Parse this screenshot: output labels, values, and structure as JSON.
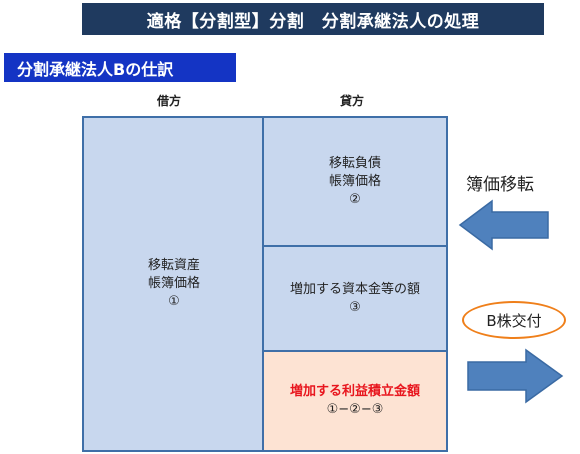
{
  "banner": {
    "title": "適格【分割型】分割　分割承継法人の処理"
  },
  "subtitle": {
    "text": "分割承継法人Bの仕訳"
  },
  "columns": {
    "debit": "借方",
    "credit": "貸方"
  },
  "debit_box": {
    "line1": "移転資産",
    "line2": "帳簿価格",
    "line3": "①"
  },
  "credit_boxes": {
    "liabilities": {
      "line1": "移転負債",
      "line2": "帳簿価格",
      "line3": "②"
    },
    "capital": {
      "line1": "増加する資本金等の額",
      "line2": "③"
    },
    "retained": {
      "line1": "増加する利益積立金額",
      "line2": "①−②−③"
    }
  },
  "right": {
    "book_value_transfer": "簿価移転",
    "b_share_issue": "B株交付"
  },
  "colors": {
    "banner_bg": "#1f3a5f",
    "subtitle_bg": "#1434c4",
    "box_blue": "#c8d7ee",
    "box_peach": "#fde3d3",
    "box_border": "#3f6fa8",
    "arrow_fill": "#4f81bd",
    "oval_border": "#ef7f1a",
    "accent_red": "#e8161e"
  },
  "icons": {
    "left_arrow": "arrow-left-icon",
    "right_arrow": "arrow-right-icon"
  }
}
